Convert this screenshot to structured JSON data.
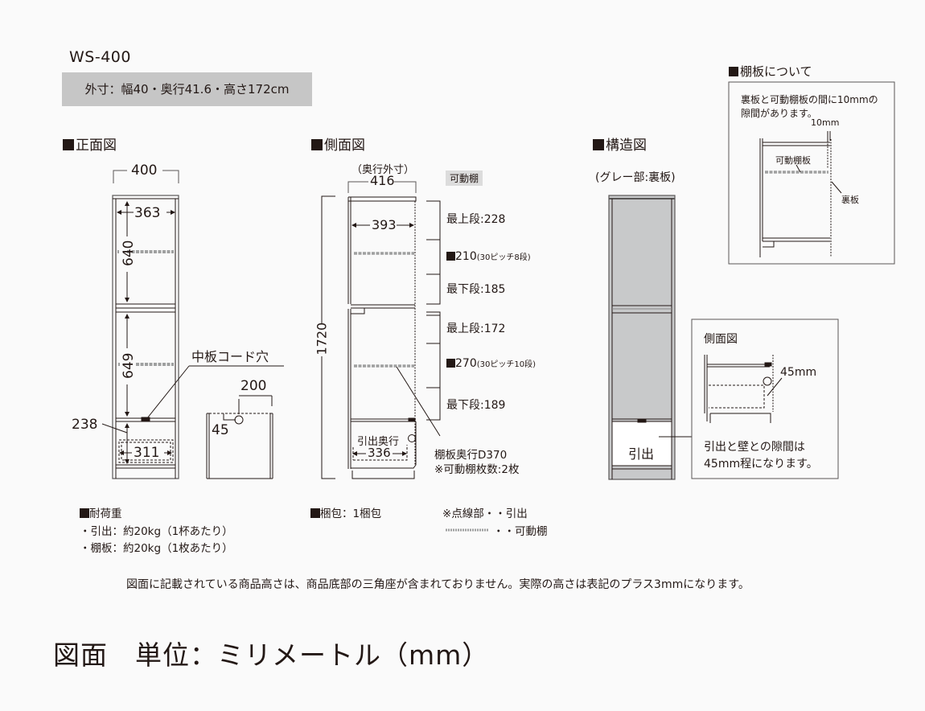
{
  "header": {
    "model": "WS-400",
    "dimensions": "外寸：幅40・奥行41.6・高さ172cm"
  },
  "front_view": {
    "title": "正面図",
    "width_total": "400",
    "inner_width": "363",
    "upper_height": "640",
    "middle_height": "649",
    "drawer_height": "238",
    "drawer_width": "311",
    "cord_hole_label": "中板コード穴",
    "cord_hole_offset_x": "200",
    "cord_hole_offset_y": "45"
  },
  "side_view": {
    "title": "側面図",
    "depth_label": "（奥行外寸）",
    "depth_total": "416",
    "inner_depth": "393",
    "height_total": "1720",
    "movable_tag": "可動棚",
    "upper": {
      "top": "最上段:228",
      "pitch": "210",
      "pitch_note": "(30ピッチ8段)",
      "bottom": "最下段:185"
    },
    "lower": {
      "top": "最上段:172",
      "pitch": "270",
      "pitch_note": "(30ピッチ10段)",
      "bottom": "最下段:189"
    },
    "drawer_depth_label": "引出奥行",
    "drawer_depth": "336",
    "shelf_note_1": "棚板奥行D370",
    "shelf_note_2": "※可動棚枚数:2枚"
  },
  "structure_view": {
    "title": "構造図",
    "subtitle": "(グレー部:裏板)",
    "drawer_label": "引出",
    "callout": {
      "title": "側面図",
      "gap": "45mm",
      "note_1": "引出と壁との隙間は",
      "note_2": "45mm程になります。"
    }
  },
  "shelf_info": {
    "title": "棚板について",
    "note_1": "裏板と可動棚板の間に10mmの",
    "note_2": "隙間があります。",
    "gap": "10mm",
    "shelf_label": "可動棚板",
    "back_label": "裏板"
  },
  "load": {
    "title": "耐荷重",
    "drawer": "・引出：約20kg（1杯あたり）",
    "shelf": "・棚板：約20kg（1枚あたり）"
  },
  "packing": {
    "title": "梱包：1梱包"
  },
  "legend": {
    "dotted": "※点線部・・引出",
    "dashed": "・・可動棚"
  },
  "footnote": "図面に記載されている商品高さは、商品底部の三角座が含まれておりません。実際の高さは表記のプラス3mmになります。",
  "unit_title": "図面　単位：ミリメートル（mm）",
  "colors": {
    "line": "#231815",
    "back_panel": "#c8c9ca",
    "spec_box": "#c6c6c6",
    "shelf_dash": "#9fa0a0"
  }
}
